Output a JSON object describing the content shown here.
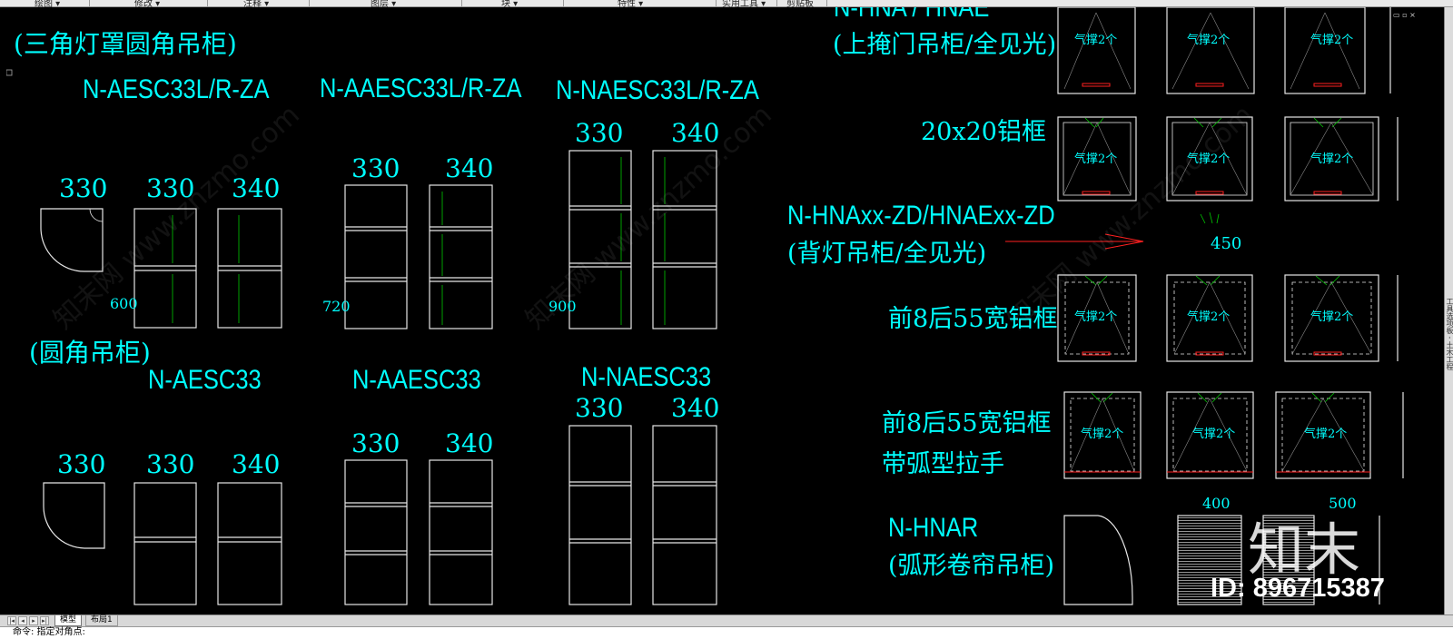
{
  "ribbon": {
    "items": [
      "绘图 ▾",
      "修改 ▾",
      "注释 ▾",
      "图层 ▾",
      "块 ▾",
      "特性 ▾",
      "实用工具 ▾",
      "剪贴板"
    ],
    "window_controls": "▭ ▫ ×"
  },
  "drawing": {
    "left_titles": {
      "triangle_group": "(三角灯罩圆角吊柜)",
      "round_group": "(圆角吊柜)"
    },
    "models_top": [
      "N-AESC33L/R-ZA",
      "N-AAESC33L/R-ZA",
      "N-NAESC33L/R-ZA"
    ],
    "models_bottom": [
      "N-AESC33",
      "N-AAESC33",
      "N-NAESC33"
    ],
    "dims": {
      "d330": "330",
      "d340": "340"
    },
    "heights": {
      "h600": "600",
      "h720": "720",
      "h900": "900"
    },
    "right_labels": {
      "top_model": "N-HNA / HNAE",
      "upper_door": "(上掩门吊柜/全见光)",
      "frame_20": "20x20铝框",
      "backlight_model": "N-HNAxx-ZD/HNAExx-ZD",
      "backlight_desc": "(背灯吊柜/全见光)",
      "dim450": "450",
      "frame_8_55": "前8后55宽铝框",
      "frame_8_55_b": "前8后55宽铝框",
      "arc_handle": "带弧型拉手",
      "hnar_model": "N-HNAR",
      "hnar_desc": "(弧形卷帘吊柜)",
      "dim400": "400",
      "dim500": "500"
    },
    "box_label": "气撑2个",
    "watermarks": [
      "知末网 www.znzmo.com",
      "知末网 www.znzmo.com",
      "知末网 www.znzmo.com"
    ],
    "logo": "知末",
    "id_text": "ID: 896715387"
  },
  "right_panel_text": "工具选项板 - 土木工程",
  "tabs": {
    "model": "模型",
    "layout1": "布局1"
  },
  "command_line": "命令: 指定对角点:",
  "colors": {
    "cyan": "#00ffff",
    "green": "#00cc00",
    "red": "#ff2020",
    "white": "#ffffff"
  }
}
